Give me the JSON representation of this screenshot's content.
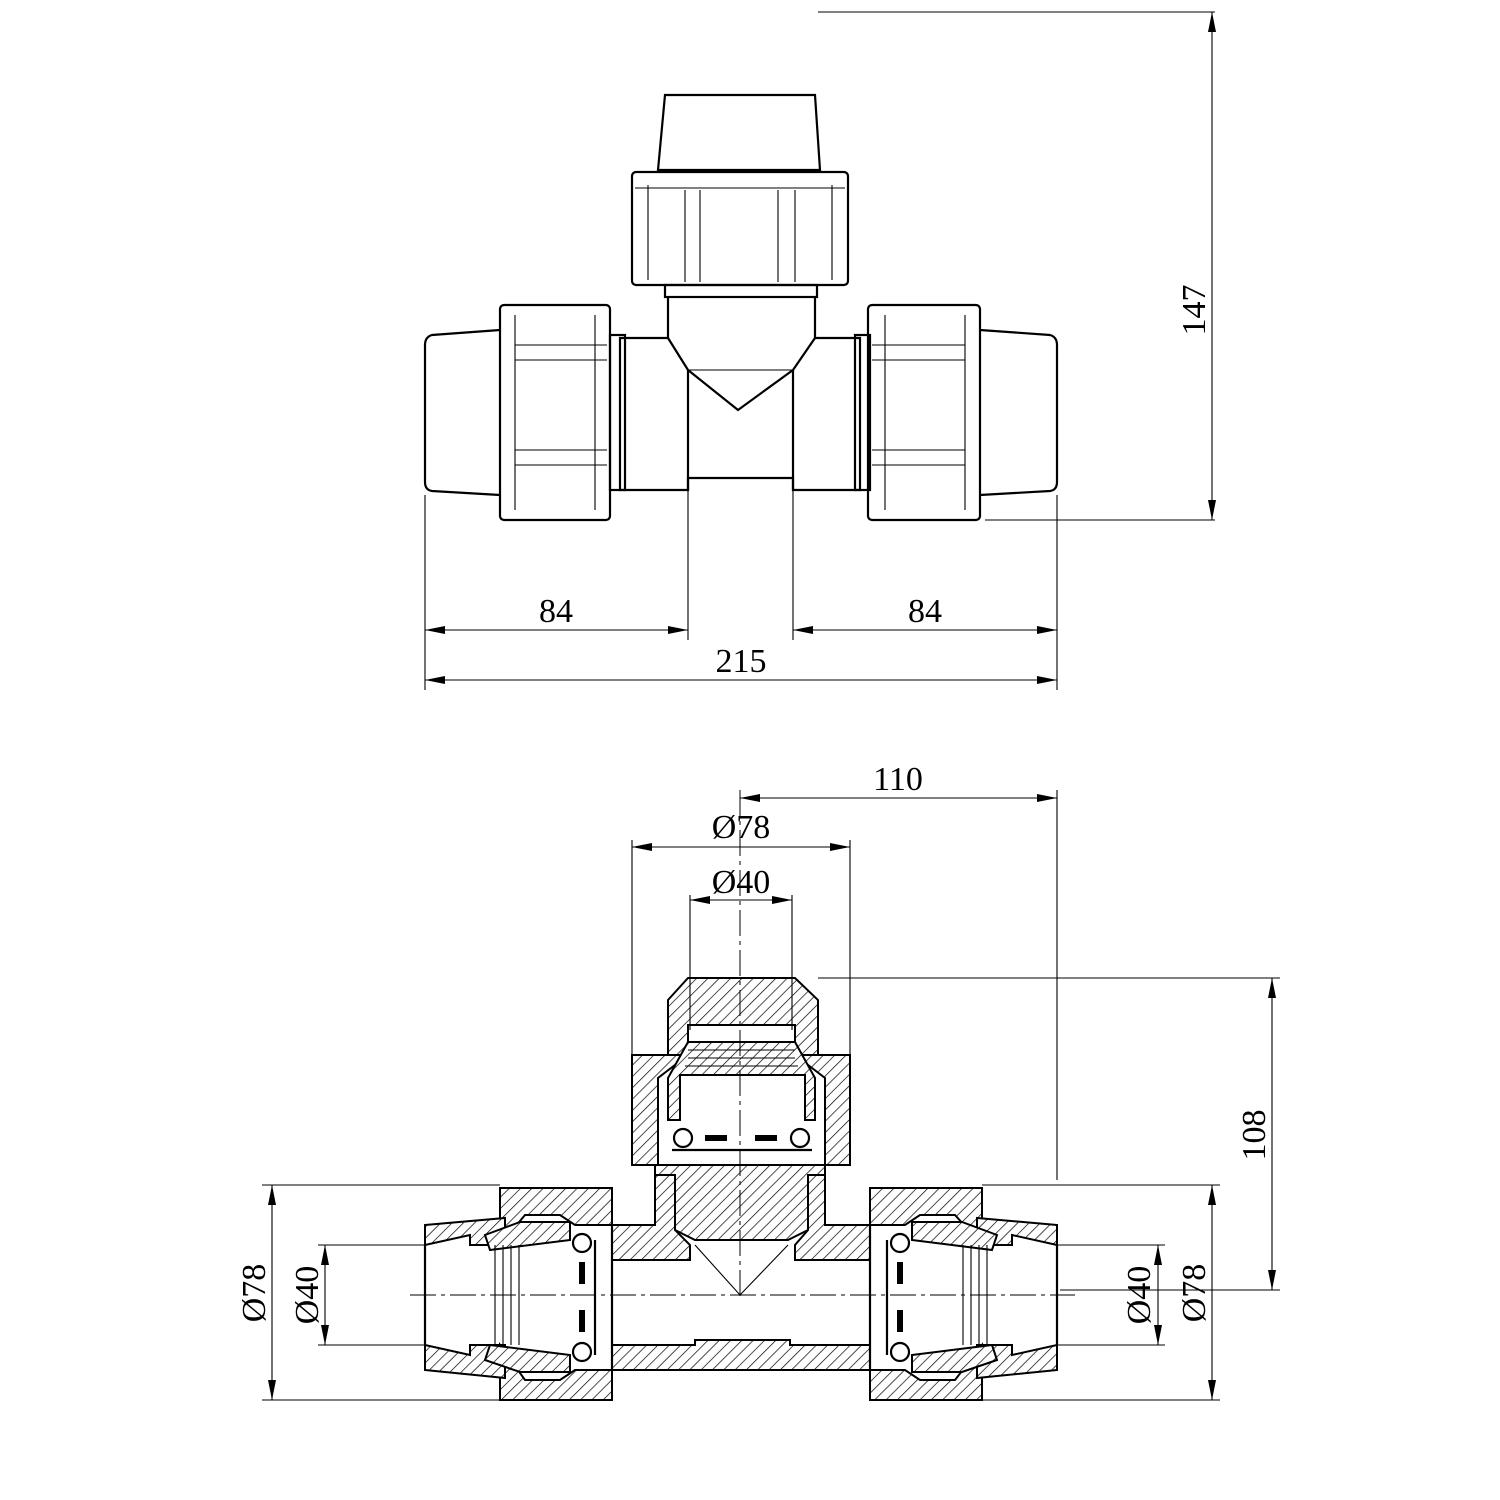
{
  "drawing": {
    "front_view": {
      "height_label": "147",
      "left_length_label": "84",
      "right_length_label": "84",
      "total_length_label": "215"
    },
    "section_view": {
      "branch_offset_label": "110",
      "branch_outer_diameter_label": "Ø78",
      "branch_inner_diameter_label": "Ø40",
      "branch_height_label": "108",
      "left_outer_diameter_label": "Ø78",
      "left_inner_diameter_label": "Ø40",
      "right_inner_diameter_label": "Ø40",
      "right_outer_diameter_label": "Ø78"
    }
  }
}
